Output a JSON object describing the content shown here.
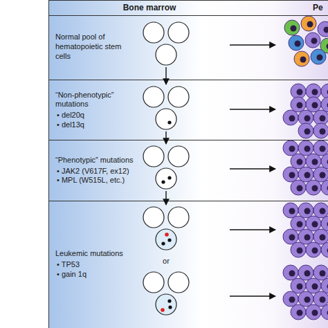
{
  "diagram": {
    "nodes": [
      {
        "text": [
          "Normal pool of hematopoietic stem cells"
        ]
      },
      {
        "text": [
          "“Non-phenotypic” mutations",
          "• del20q",
          "• del13q"
        ]
      },
      {
        "text": [
          "“Phenotypic” mutations",
          "• JAK2 (V617F, ex12)",
          "• MPL (W515L, etc.)"
        ]
      },
      {
        "text": [
          "Leukemic mutations",
          "• TP53",
          "• gain 1q"
        ]
      }
    ],
    "labels": [
      "Bone marrow",
      "Pe",
      "or"
    ]
  }
}
